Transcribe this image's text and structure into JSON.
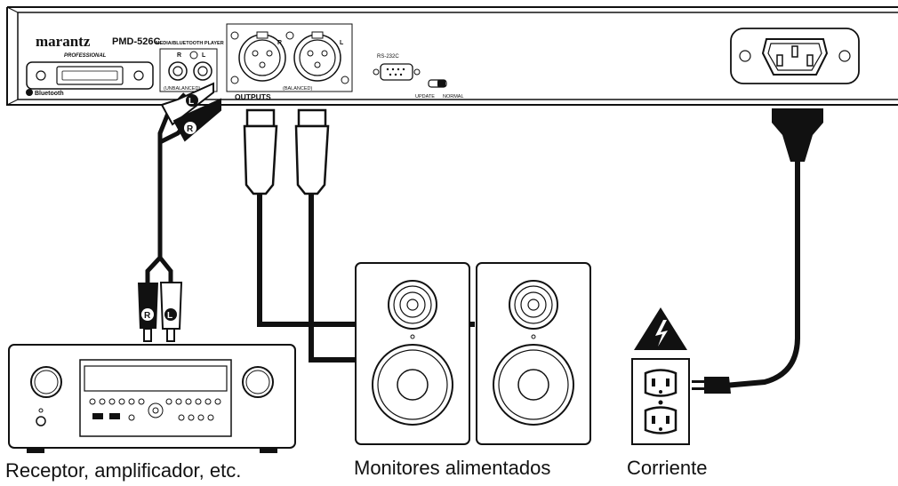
{
  "device": {
    "brand": "marantz",
    "brand_sub": "PROFESSIONAL",
    "model": "PMD-526C",
    "model_desc": "MEDIA/BLUETOOTH PLAYER",
    "bluetooth": "Bluetooth",
    "unbalanced_r": "R",
    "unbalanced_l": "L",
    "unbalanced": "(UNBALANCED)",
    "outputs": "OUTPUTS",
    "balanced_r": "R",
    "balanced_l": "L",
    "balanced": "(BALANCED)",
    "rs232c": "RS-232C",
    "update": "UPDATE",
    "normal": "NORMAL"
  },
  "cable_labels": {
    "rca_top_l": "L",
    "rca_top_r": "R",
    "rca_bottom_r": "R",
    "rca_bottom_l": "L"
  },
  "captions": {
    "receiver": "Receptor, amplificador, etc.",
    "monitors": "Monitores alimentados",
    "power": "Corriente"
  }
}
